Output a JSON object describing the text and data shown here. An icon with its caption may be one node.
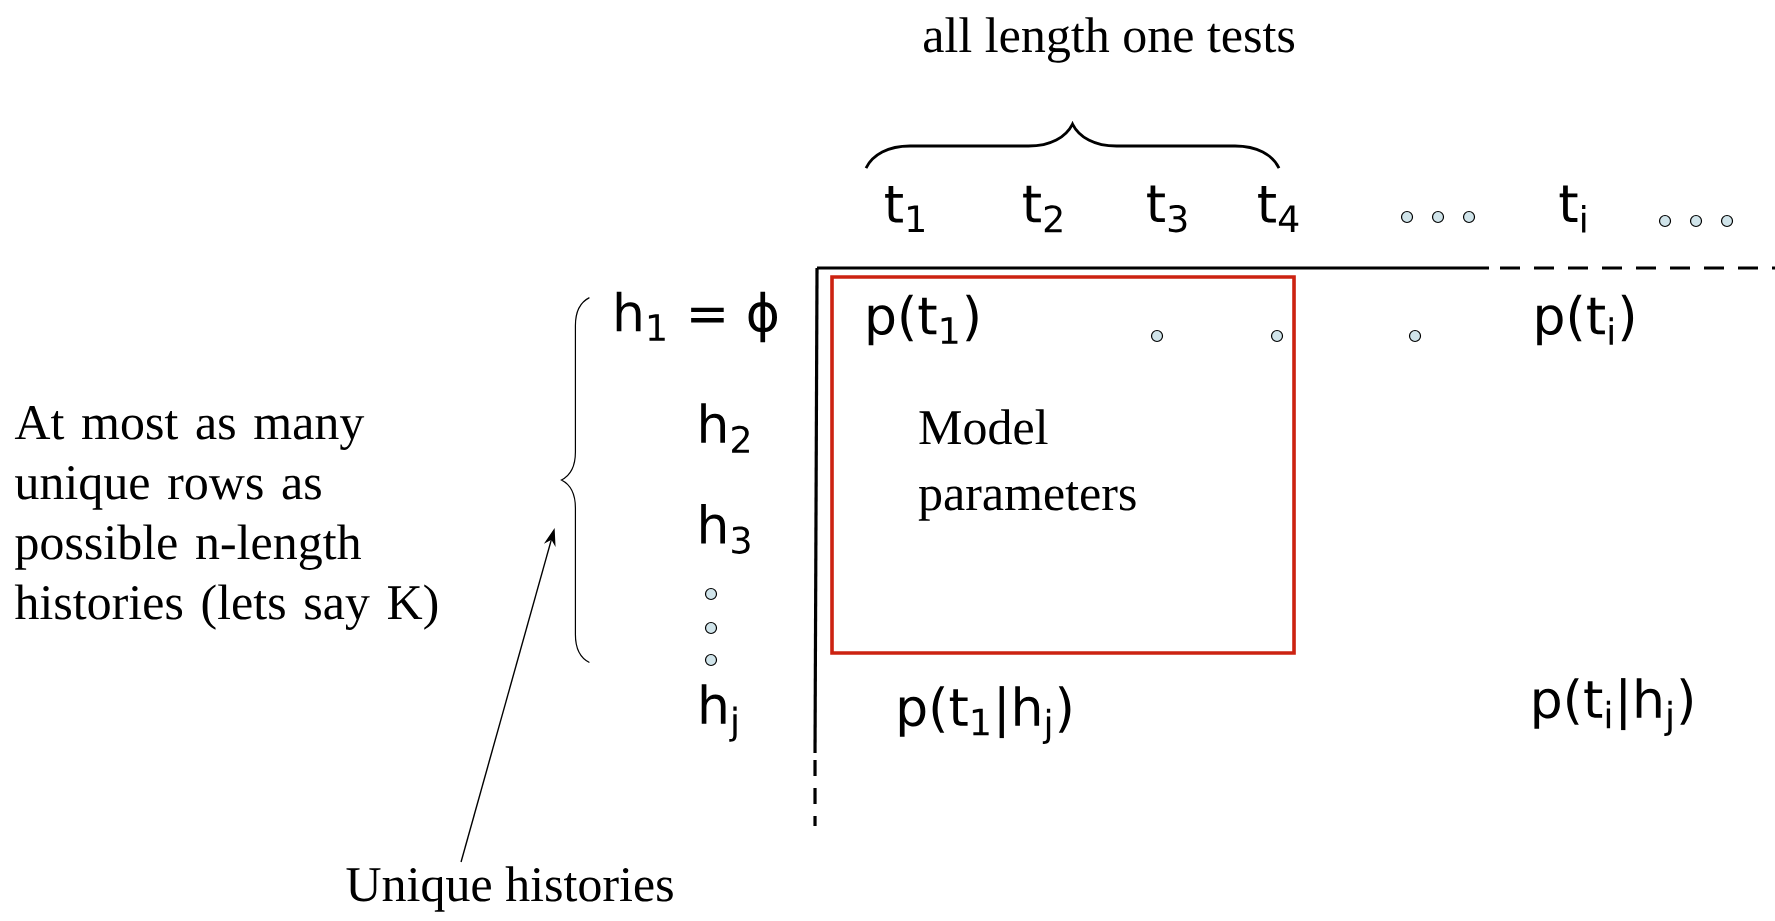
{
  "diagram": {
    "nodes": [
      {
        "text": [
          "Model parameters"
        ]
      },
      {
        "text": [
          "Unique histories"
        ]
      },
      {
        "text": [],
        "shape": "brace"
      }
    ],
    "edges": [
      {
        "from": 1,
        "to": 2,
        "arrow": "to"
      }
    ],
    "labels": [
      "all length one tests",
      "t$_{1}$",
      "t$_{2}$",
      "t$_{3}$",
      "t$_{4}$",
      "t$_{i}$",
      "h$_{1}$ = ϕ",
      "p(t$_{1}$)",
      "p(t$_{i}$)",
      "At most as many unique rows as possible n-length histories (lets say K)",
      "h$_{2}$",
      "h$_{3}$",
      "h$_{j}$",
      "p(t$_{1}$|h$_{j}$)",
      "p(t$_{i}$|h$_{j}$)"
    ]
  }
}
